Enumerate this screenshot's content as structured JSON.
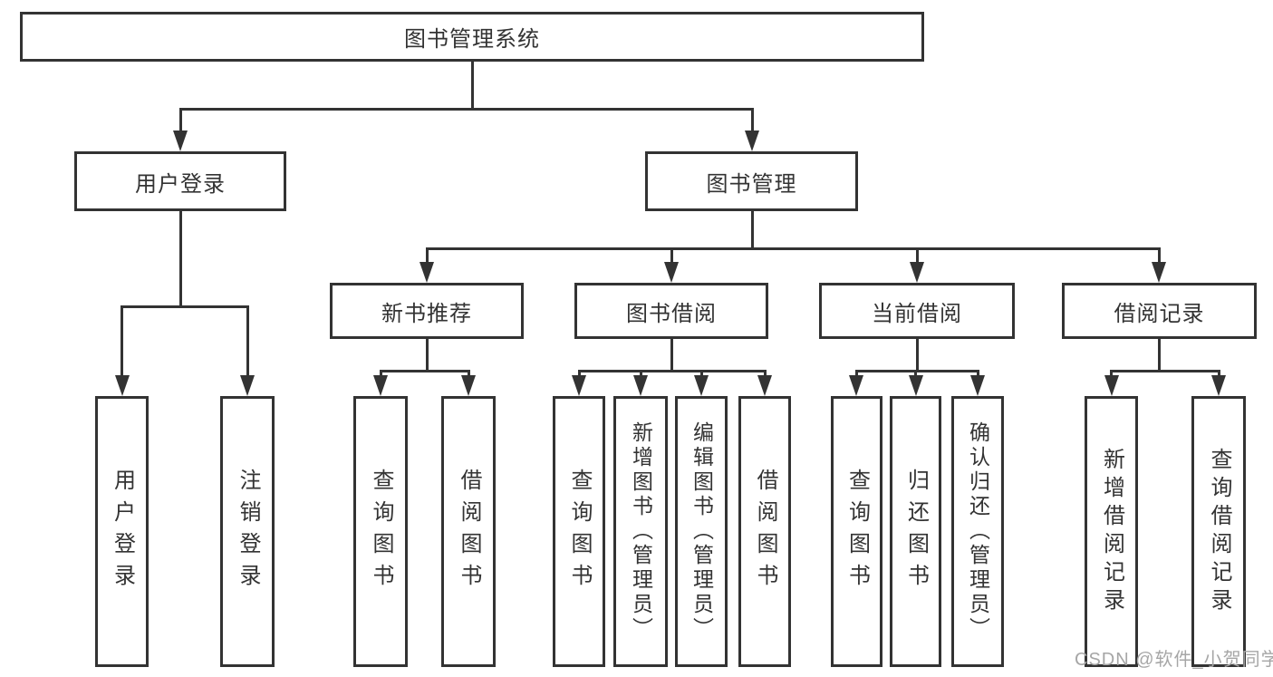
{
  "tree": {
    "root": {
      "label": "图书管理系统"
    },
    "branches": [
      {
        "label": "用户登录",
        "leaves": [
          {
            "label": "用户登录"
          },
          {
            "label": "注销登录"
          }
        ]
      },
      {
        "label": "图书管理",
        "children": [
          {
            "label": "新书推荐",
            "leaves": [
              {
                "label": "查询图书"
              },
              {
                "label": "借阅图书"
              }
            ]
          },
          {
            "label": "图书借阅",
            "leaves": [
              {
                "label": "查询图书"
              },
              {
                "label": "新增图书（管理员）"
              },
              {
                "label": "编辑图书（管理员）"
              },
              {
                "label": "借阅图书"
              }
            ]
          },
          {
            "label": "当前借阅",
            "leaves": [
              {
                "label": "查询图书"
              },
              {
                "label": "归还图书"
              },
              {
                "label": "确认归还（管理员）"
              }
            ]
          },
          {
            "label": "借阅记录",
            "leaves": [
              {
                "label": "新增借阅记录"
              },
              {
                "label": "查询借阅记录"
              }
            ]
          }
        ]
      }
    ]
  },
  "watermark": {
    "text": "CSDN @软件_小贺同学"
  },
  "colors": {
    "line": "#333333",
    "text": "#333333",
    "box_background": "#ffffff",
    "page_background": "#ffffff",
    "watermark": "#a6a6a6"
  }
}
